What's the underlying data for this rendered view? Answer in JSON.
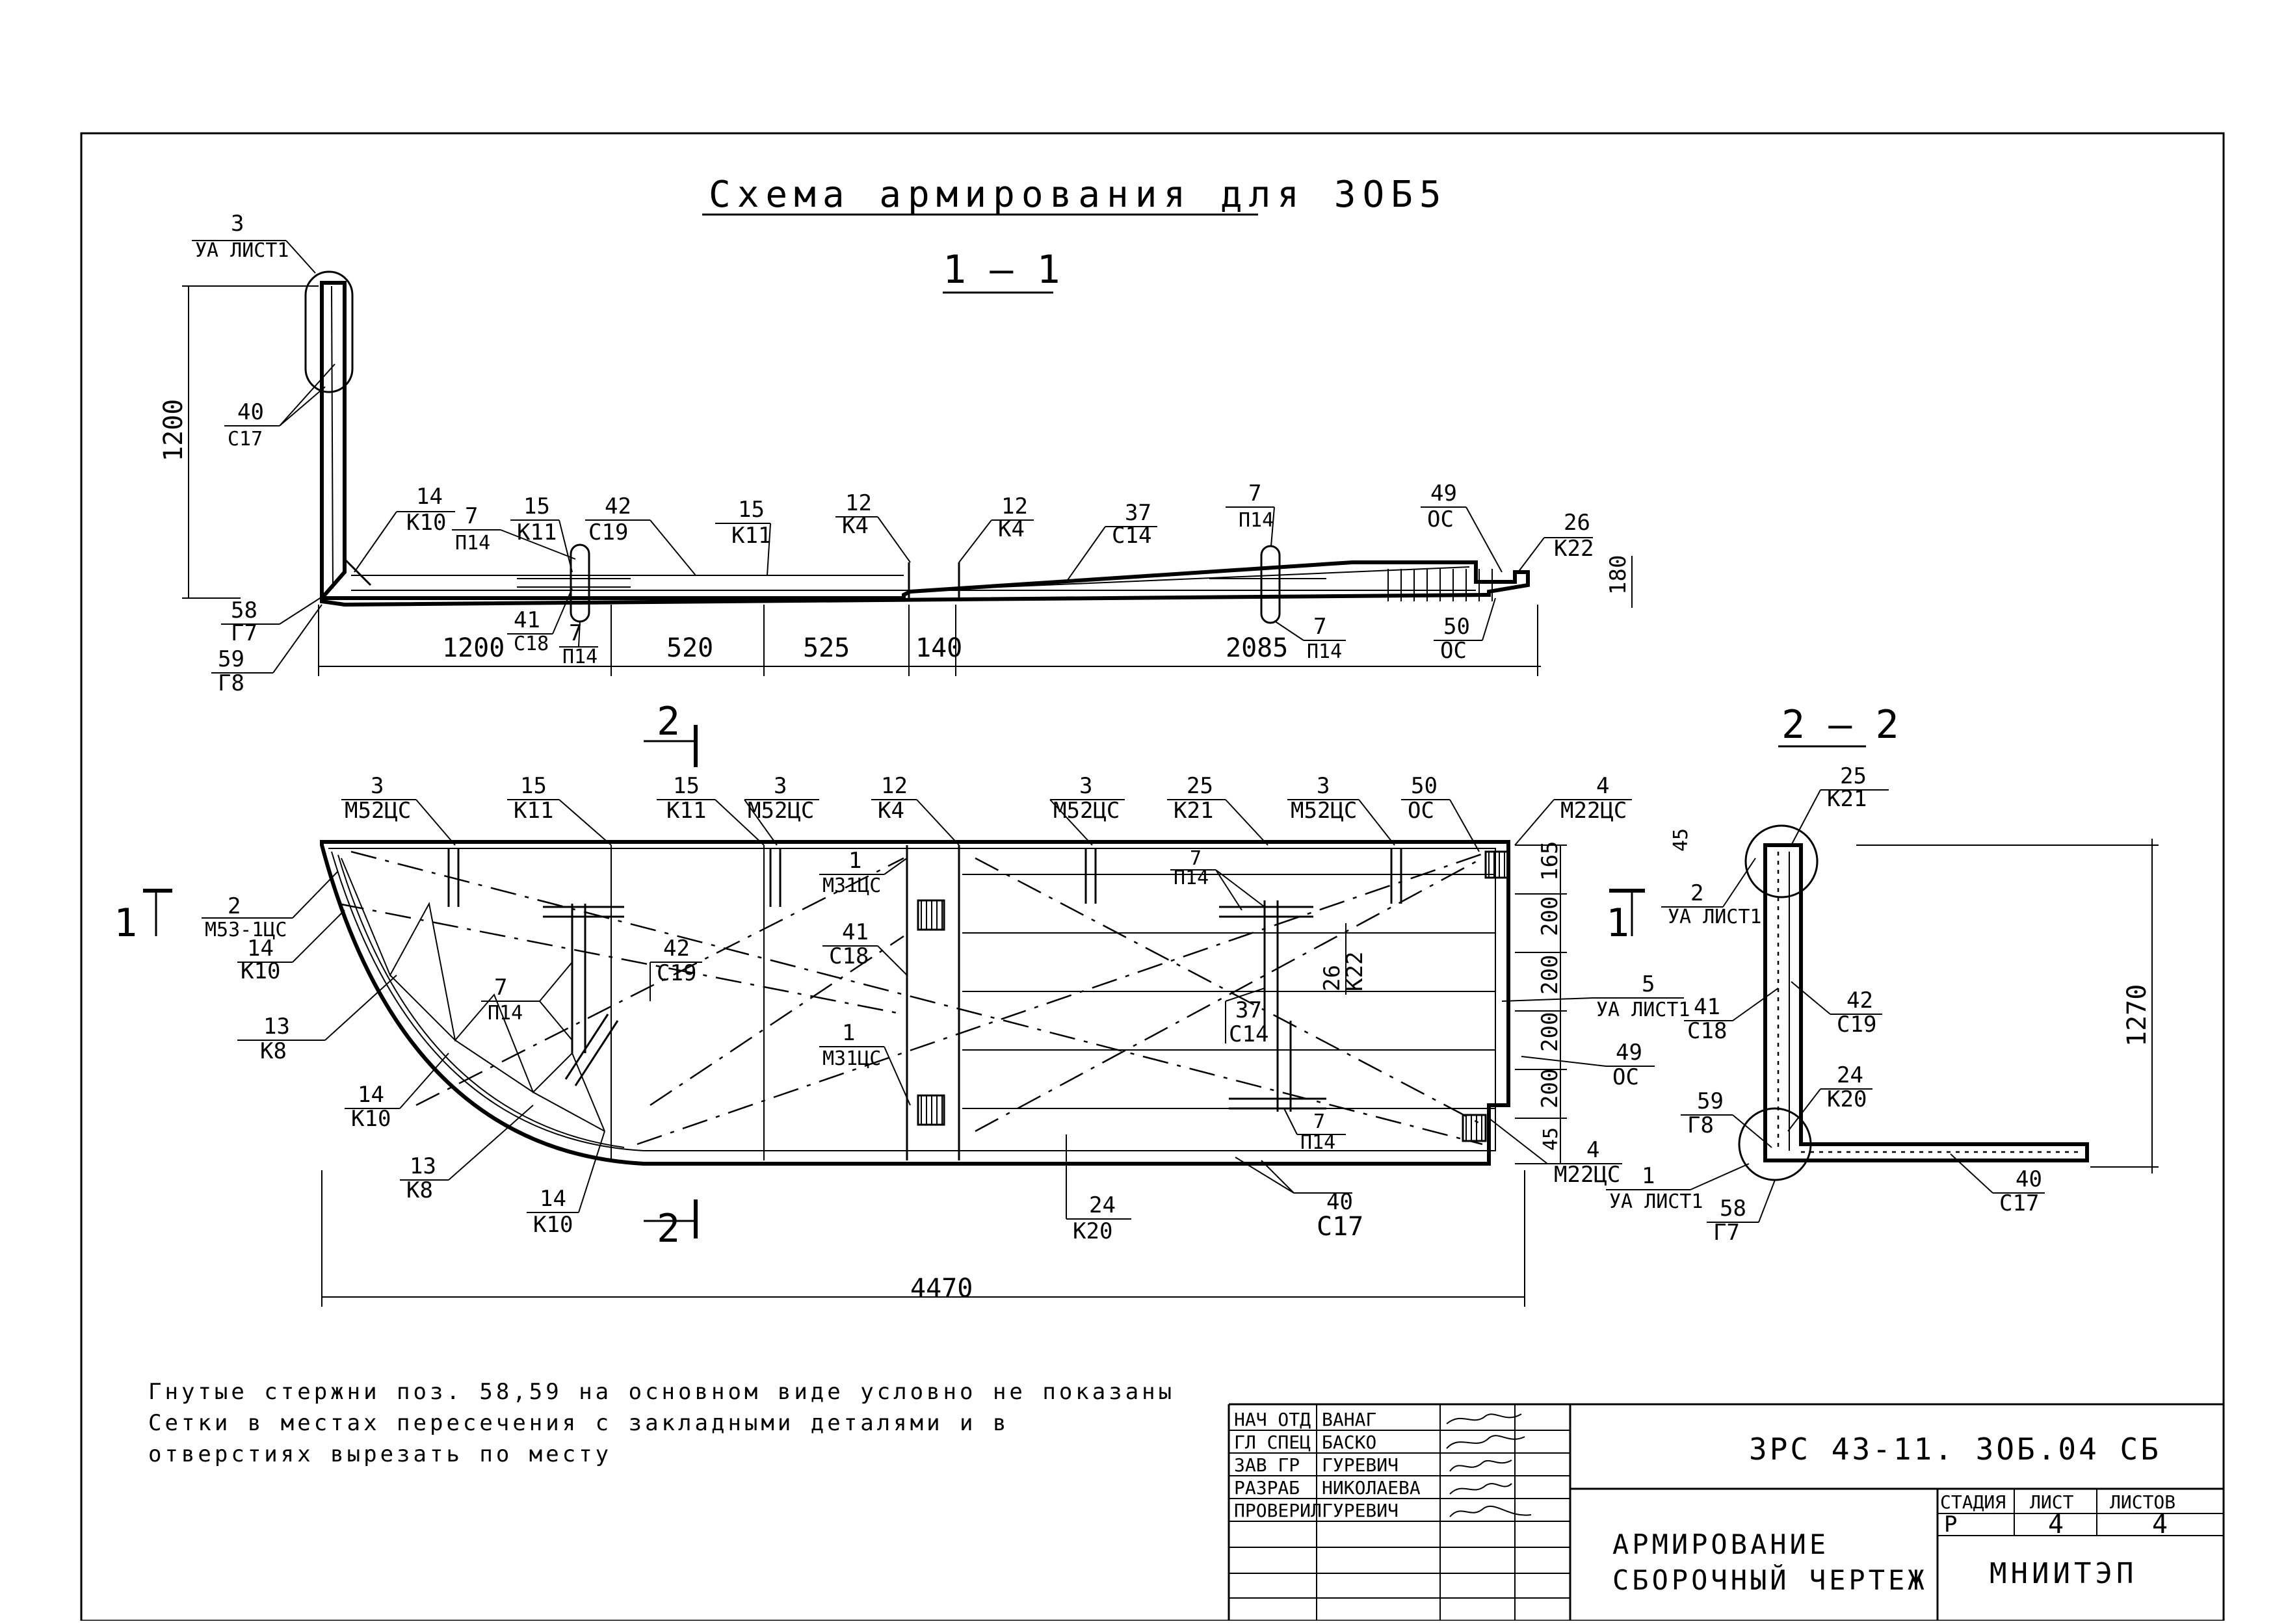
{
  "drawing": {
    "title": "Схема армирования для 3ОБ5",
    "sections": {
      "s1": "1 — 1",
      "s2": "2 — 2",
      "cut_top": "2",
      "cut_bottom": "2",
      "cut_left": "1",
      "cut_right": "1"
    },
    "section11_labels": [
      {
        "num": "3",
        "code": "УА ЛИСТ1"
      },
      {
        "num": "40",
        "code": "С17"
      },
      {
        "num": "14",
        "code": "К10"
      },
      {
        "num": "7",
        "code": "П14"
      },
      {
        "num": "15",
        "code": "К11"
      },
      {
        "num": "42",
        "code": "С19"
      },
      {
        "num": "15",
        "code": "К11"
      },
      {
        "num": "12",
        "code": "К4"
      },
      {
        "num": "12",
        "code": "К4"
      },
      {
        "num": "37",
        "code": "С14"
      },
      {
        "num": "7",
        "code": "П14"
      },
      {
        "num": "49",
        "code": "ОС"
      },
      {
        "num": "26",
        "code": "К22"
      },
      {
        "num": "58",
        "code": "Г7"
      },
      {
        "num": "59",
        "code": "Г8"
      },
      {
        "num": "41",
        "code": "С18"
      },
      {
        "num": "7",
        "code": "П14"
      },
      {
        "num": "7",
        "code": "П14"
      },
      {
        "num": "50",
        "code": "ОС"
      }
    ],
    "section11_dims": {
      "height": "1200",
      "d1": "1200",
      "d2": "520",
      "d3": "525",
      "d4": "140",
      "d5": "2085",
      "right": "180"
    },
    "plan_labels": [
      {
        "num": "3",
        "code": "М52ЦС"
      },
      {
        "num": "15",
        "code": "К11"
      },
      {
        "num": "15",
        "code": "К11"
      },
      {
        "num": "3",
        "code": "М52ЦС"
      },
      {
        "num": "12",
        "code": "К4"
      },
      {
        "num": "3",
        "code": "М52ЦС"
      },
      {
        "num": "25",
        "code": "К21"
      },
      {
        "num": "3",
        "code": "М52ЦС"
      },
      {
        "num": "50",
        "code": "ОС"
      },
      {
        "num": "4",
        "code": "М22ЦС"
      },
      {
        "num": "2",
        "code": "М53-1ЦС"
      },
      {
        "num": "14",
        "code": "К10"
      },
      {
        "num": "13",
        "code": "К8"
      },
      {
        "num": "14",
        "code": "К10"
      },
      {
        "num": "13",
        "code": "К8"
      },
      {
        "num": "14",
        "code": "К10"
      },
      {
        "num": "7",
        "code": "П14"
      },
      {
        "num": "42",
        "code": "С19"
      },
      {
        "num": "1",
        "code": "М31ЦС"
      },
      {
        "num": "41",
        "code": "С18"
      },
      {
        "num": "1",
        "code": "М31ЦС"
      },
      {
        "num": "7",
        "code": "П14"
      },
      {
        "num": "37",
        "code": "С14"
      },
      {
        "num": "26",
        "code": "К22"
      },
      {
        "num": "7",
        "code": "П14"
      },
      {
        "num": "5",
        "code": "УА ЛИСТ1"
      },
      {
        "num": "49",
        "code": "ОС"
      },
      {
        "num": "4",
        "code": "М22ЦС"
      },
      {
        "num": "24",
        "code": "К20"
      },
      {
        "num": "40",
        "code": "С17"
      }
    ],
    "plan_dims": {
      "length": "4470",
      "r1": "165",
      "r2": "200",
      "r3": "200",
      "r4": "200",
      "r5": "200",
      "r6": "45"
    },
    "section22_labels": [
      {
        "num": "25",
        "code": "К21"
      },
      {
        "num": "2",
        "code": "УА ЛИСТ1"
      },
      {
        "num": "41",
        "code": "С18"
      },
      {
        "num": "42",
        "code": "С19"
      },
      {
        "num": "59",
        "code": "Г8"
      },
      {
        "num": "24",
        "code": "К20"
      },
      {
        "num": "1",
        "code": "УА ЛИСТ1"
      },
      {
        "num": "58",
        "code": "Г7"
      },
      {
        "num": "40",
        "code": "С17"
      }
    ],
    "section22_dims": {
      "top": "45",
      "height": "1270"
    },
    "notes": [
      "Гнутые стержни поз. 58,59 на основном виде условно не показаны",
      "Сетки в местах пересечения с закладными деталями и в",
      "отверстиях вырезать по месту"
    ]
  },
  "title_block": {
    "roles": [
      {
        "role": "НАЧ ОТД",
        "name": "ВАНАГ"
      },
      {
        "role": "ГЛ СПЕЦ",
        "name": "БАСКО"
      },
      {
        "role": "ЗАВ ГР",
        "name": "ГУРЕВИЧ"
      },
      {
        "role": "РАЗРАБ",
        "name": "НИКОЛАЕВА"
      },
      {
        "role": "ПРОВЕРИЛ",
        "name": "ГУРЕВИЧ"
      }
    ],
    "code": "3РС 43-11. 3ОБ.04 СБ",
    "name_line1": "АРМИРОВАНИЕ",
    "name_line2": "СБОРОЧНЫЙ ЧЕРТЕЖ",
    "stage_header": "СТАДИЯ",
    "sheet_header": "ЛИСТ",
    "sheets_header": "ЛИСТОВ",
    "stage": "Р",
    "sheet": "4",
    "sheets": "4",
    "organization": "МНИИТЭП"
  }
}
